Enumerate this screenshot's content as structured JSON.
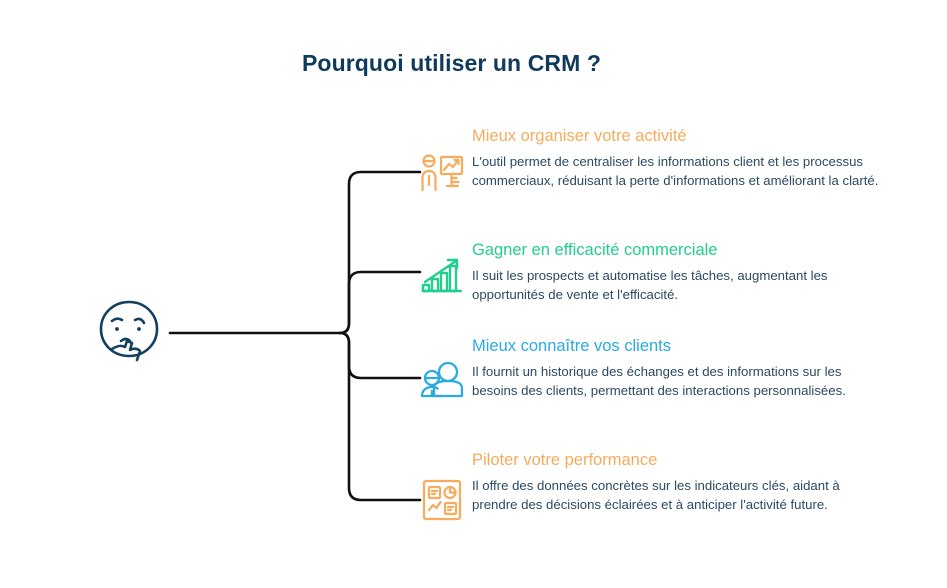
{
  "title": "Pourquoi utiliser un CRM ?",
  "colors": {
    "title": "#103A5D",
    "body_text": "#2B4A63",
    "orange": "#F6AC5C",
    "green": "#21CE8D",
    "blue": "#29ABE2",
    "connector": "#111111",
    "face": "#14405F"
  },
  "root": {
    "icon": "thinking-face-icon",
    "label": "Pourquoi utiliser un CRM ?"
  },
  "branches": [
    {
      "icon": "presentation-person-icon",
      "heading": "Mieux organiser votre activité",
      "body": "L'outil permet de centraliser les informations client et les processus commerciaux, réduisant la perte d'informations et améliorant la clarté.",
      "color": "#F6AC5C"
    },
    {
      "icon": "growth-bar-chart-icon",
      "heading": "Gagner en efficacité commerciale",
      "body": "Il suit les prospects et automatise les tâches, augmentant les opportunités de vente et l'efficacité.",
      "color": "#21CE8D"
    },
    {
      "icon": "two-people-icon",
      "heading": "Mieux connaître vos clients",
      "body": "Il fournit un historique des échanges et des informations sur les besoins des clients, permettant des interactions personnalisées.",
      "color": "#29ABE2"
    },
    {
      "icon": "dashboard-kpi-icon",
      "heading": "Piloter votre performance",
      "body": "Il offre des données concrètes sur les indicateurs clés, aidant à prendre des décisions éclairées et à anticiper l'activité future.",
      "color": "#F6AC5C"
    }
  ]
}
